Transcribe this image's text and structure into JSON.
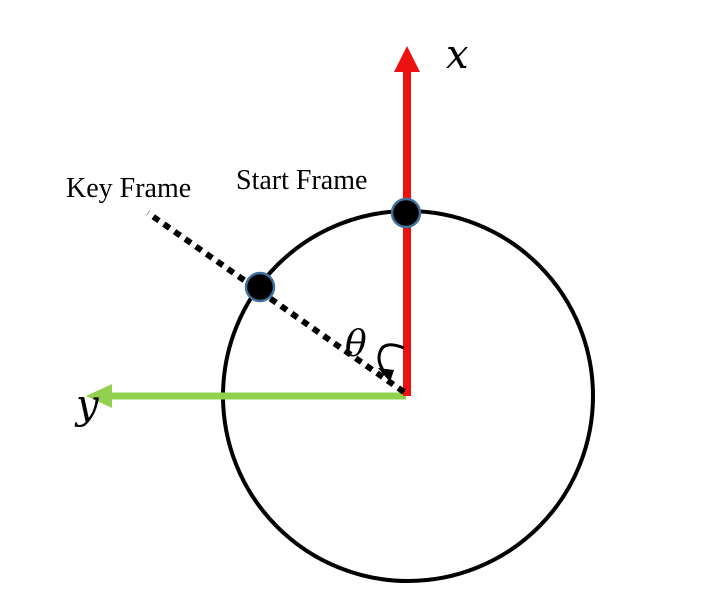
{
  "labels": {
    "x_axis": "x",
    "y_axis": "y",
    "angle": "θ",
    "start_frame": "Start Frame",
    "key_frame": "Key Frame"
  },
  "colors": {
    "x_axis": "#ee1111",
    "y_axis": "#92d050",
    "circle": "#000000",
    "dot_fill": "#000000",
    "dot_stroke": "#41719c",
    "dotted_line": "#000000"
  }
}
